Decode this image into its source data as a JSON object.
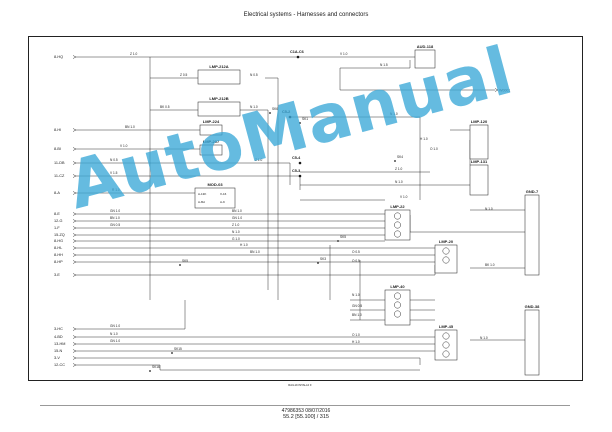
{
  "page": {
    "header": "Electrical systems - Harnesses and connectors",
    "footer_code": "47986353 08/07/2016",
    "footer_page": "55.2 [55.100] / 315",
    "diagram_ref": "RAIL19 INTALL0 F",
    "watermark": "AutoManual"
  },
  "left_connectors": [
    {
      "label": "8-HQ"
    },
    {
      "label": "8-HI"
    },
    {
      "label": "8-BI"
    },
    {
      "label": "11-DB"
    },
    {
      "label": "11-CZ"
    },
    {
      "label": "8-A"
    },
    {
      "label": "8-E"
    },
    {
      "label": "12-G"
    },
    {
      "label": "1-F"
    },
    {
      "label": "15-ZQ"
    },
    {
      "label": "8-HG"
    },
    {
      "label": "8-HL"
    },
    {
      "label": "8-HH"
    },
    {
      "label": "8-HP"
    },
    {
      "label": "3-E"
    },
    {
      "label": "3-HC"
    },
    {
      "label": "4-BD"
    },
    {
      "label": "13-HM"
    },
    {
      "label": "15-N"
    },
    {
      "label": "3-V"
    },
    {
      "label": "12-CC"
    }
  ],
  "components": [
    {
      "name": "LMP-212A"
    },
    {
      "name": "LMP-212B"
    },
    {
      "name": "LMP-224"
    },
    {
      "name": "LMP-207"
    },
    {
      "name": "MOD-03"
    },
    {
      "name": "AUD-118"
    },
    {
      "name": "LMP-120"
    },
    {
      "name": "LMP-131"
    },
    {
      "name": "LMP-22"
    },
    {
      "name": "LMP-20"
    },
    {
      "name": "LMP-40"
    },
    {
      "name": "LMP-45"
    },
    {
      "name": "GND-7"
    },
    {
      "name": "GND-38"
    }
  ],
  "connectors": [
    {
      "name": "C1A-C6"
    },
    {
      "name": "C5-2"
    },
    {
      "name": "C5-4"
    },
    {
      "name": "C5-3"
    }
  ],
  "right_connectors": [
    {
      "label": "W0001"
    }
  ],
  "wire_labels": [
    "Z 1.0",
    "Z 0.5",
    "N 0.5",
    "BK 0.5",
    "N 1.0",
    "V 1.0",
    "N 1.5",
    "N 0.5",
    "V 1.5",
    "BN 1.0",
    "V 1.0",
    "R 1.0",
    "Z 1.0",
    "N 1.0",
    "H 1.0",
    "O 1.0",
    "Z 1.0",
    "N 1.0",
    "V 1.0",
    "GN 1.0",
    "BN 1.0",
    "GN 0.5",
    "BN 1.0",
    "GN 1.0",
    "Z 1.0",
    "N 1.0",
    "G 1.0",
    "H 1.0",
    "O 0.5",
    "BN 1.0",
    "O 0.5",
    "N 1.0",
    "GN 0.5",
    "BN 1.0",
    "GN 1.0",
    "N 1.0",
    "GN 1.0",
    "O 1.0",
    "H 1.0",
    "N 1.0",
    "BK 1.0",
    "N 1.0"
  ],
  "splices": [
    "SK1",
    "SK4",
    "SK5",
    "SK3",
    "SK15",
    "SK5",
    "SK16",
    "SK6"
  ],
  "mod03_pins": [
    "A-13K",
    "X-16",
    "A-8H",
    "A-9"
  ]
}
